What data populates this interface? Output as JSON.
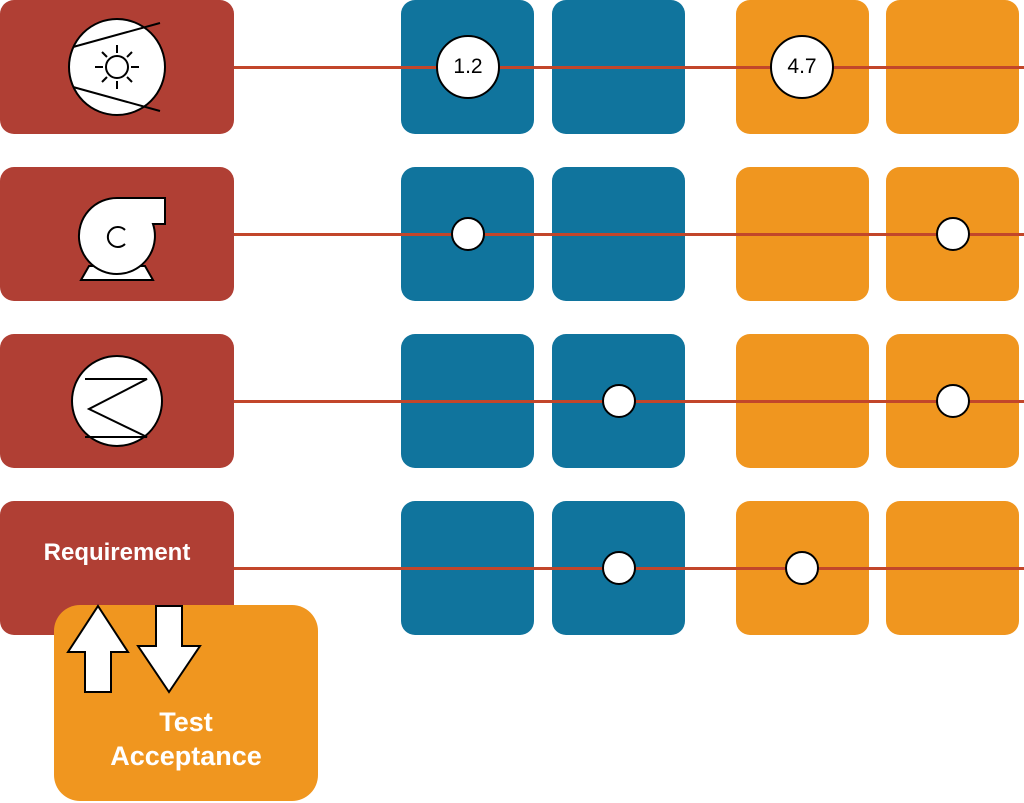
{
  "colors": {
    "requirement": "#b03f34",
    "blue_cell": "#10749d",
    "orange_cell": "#f0961f",
    "link": "#c2462a",
    "node_fill": "#ffffff",
    "node_stroke": "#000000"
  },
  "rows": [
    {
      "id": "row-1",
      "icon": "compressor-icon",
      "label": "",
      "cells": [
        "blue",
        "blue",
        "orange",
        "orange"
      ],
      "nodes": [
        {
          "column": 0,
          "text": "1.2"
        },
        {
          "column": 2,
          "text": "4.7"
        }
      ]
    },
    {
      "id": "row-2",
      "icon": "centrifugal-pump-icon",
      "label": "",
      "cells": [
        "blue",
        "blue",
        "orange",
        "orange"
      ],
      "nodes": [
        {
          "column": 0,
          "text": ""
        },
        {
          "column": 3,
          "text": ""
        }
      ]
    },
    {
      "id": "row-3",
      "icon": "heat-exchanger-icon",
      "label": "",
      "cells": [
        "blue",
        "blue",
        "orange",
        "orange"
      ],
      "nodes": [
        {
          "column": 1,
          "text": ""
        },
        {
          "column": 3,
          "text": ""
        }
      ]
    },
    {
      "id": "row-4",
      "icon": "",
      "label": "Requirement",
      "cells": [
        "blue",
        "blue",
        "orange",
        "orange"
      ],
      "nodes": [
        {
          "column": 1,
          "text": ""
        },
        {
          "column": 2,
          "text": ""
        }
      ]
    }
  ],
  "test_box": {
    "line1": "Test",
    "line2": "Acceptance"
  },
  "arrows": [
    "up-arrow-icon",
    "down-arrow-icon"
  ]
}
